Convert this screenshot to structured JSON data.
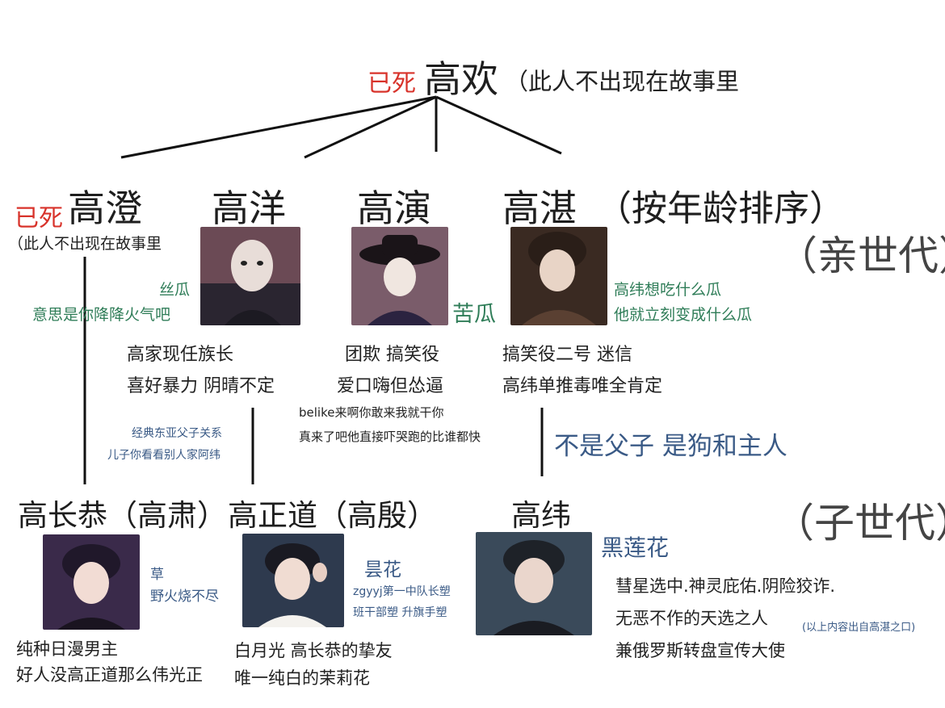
{
  "top": {
    "dead_label": "已死",
    "name": "高欢",
    "note": "（此人不出现在故事里"
  },
  "parents": {
    "gaocheng": {
      "dead_label": "已死",
      "name": "高澄",
      "note": "（此人不出现在故事里"
    },
    "gaoyang": {
      "name": "高洋",
      "tag": "丝瓜",
      "tag_note": "意思是你降降火气吧",
      "desc1": "高家现任族长",
      "desc2": "喜好暴力 阴晴不定"
    },
    "gaoyan": {
      "name": "高演",
      "tag": "苦瓜",
      "desc1": "团欺 搞笑役",
      "desc2": "爱口嗨但怂逼",
      "quote1": "belike来啊你敢来我就干你",
      "quote2": "真来了吧他直接吓哭跑的比谁都快"
    },
    "gaozhan": {
      "name": "高湛",
      "order_note": "（按年龄排序）",
      "tag1": "高纬想吃什么瓜",
      "tag2": "他就立刻变成什么瓜",
      "desc1": "搞笑役二号 迷信",
      "desc2": "高纬单推毒唯全肯定"
    }
  },
  "generation_parent": "（亲世代）",
  "generation_child": "（子世代）",
  "relation_notes": {
    "yang_note1": "经典东亚父子关系",
    "yang_note2": "儿子你看看别人家阿纬",
    "zhan_note": "不是父子 是狗和主人"
  },
  "children": {
    "changgong": {
      "name": "高长恭（高肃）",
      "tag": "草",
      "tag_note": "野火烧不尽",
      "desc1": "纯种日漫男主",
      "desc2": "好人没高正道那么伟光正"
    },
    "zhengdao": {
      "name": "高正道（高殷）",
      "tag": "昙花",
      "tag_note1": "zgyyj第一中队长塑",
      "tag_note2": "班干部塑 升旗手塑",
      "desc1": "白月光 高长恭的挚友",
      "desc2": "唯一纯白的茉莉花"
    },
    "gaowei": {
      "name": "高纬",
      "tag": "黑莲花",
      "desc1": "彗星选中.神灵庇佑.阴险狡诈.",
      "desc2": "无恶不作的天选之人",
      "source_note": "(以上内容出自高湛之口)",
      "desc3": "兼俄罗斯转盘宣传大使"
    }
  },
  "colors": {
    "dead": "#d8332b",
    "tag_green": "#2f7d58",
    "tag_blue": "#3a5a86"
  }
}
